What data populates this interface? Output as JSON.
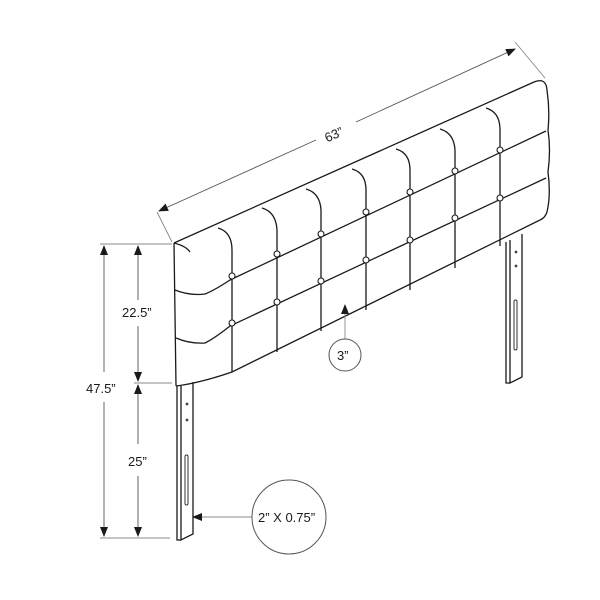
{
  "diagram": {
    "subject": "Tufted upholstered headboard with legs",
    "dimensions": {
      "width": "63”",
      "total_height": "47.5”",
      "panel_height": "22.5”",
      "leg_height": "25”",
      "thickness": "3”",
      "leg_size": "2” X 0.75”"
    },
    "grid": {
      "columns": 8,
      "rows": 3
    },
    "colors": {
      "line": "#1a1a1a",
      "dimension_line": "#555555",
      "background": "#ffffff"
    }
  }
}
